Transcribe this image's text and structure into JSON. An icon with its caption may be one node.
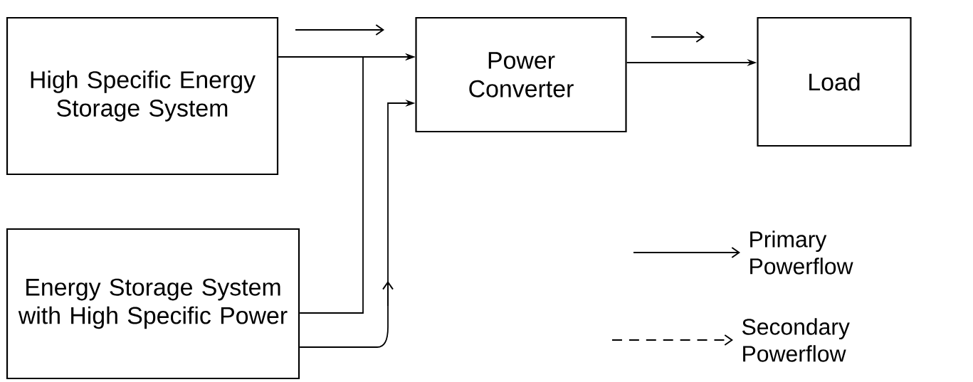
{
  "diagram": {
    "nodes": [
      {
        "text": [
          "High Specific Energy Storage System"
        ]
      },
      {
        "text": [
          "Power Converter"
        ]
      },
      {
        "text": [
          "Load"
        ]
      },
      {
        "text": [
          "Energy Storage System with High Specific Power"
        ]
      }
    ],
    "edges": [
      {
        "from": 0,
        "to": 1,
        "arrow": "to"
      },
      {
        "from": 3,
        "to": 1,
        "arrow": "to"
      },
      {
        "from": 3,
        "to": 1,
        "arrow": "to"
      },
      {
        "from": 1,
        "to": 2,
        "arrow": "to"
      }
    ],
    "legend": [
      {
        "text": "Primary Powerflow"
      },
      {
        "text": "Secondary Powerflow"
      }
    ]
  }
}
